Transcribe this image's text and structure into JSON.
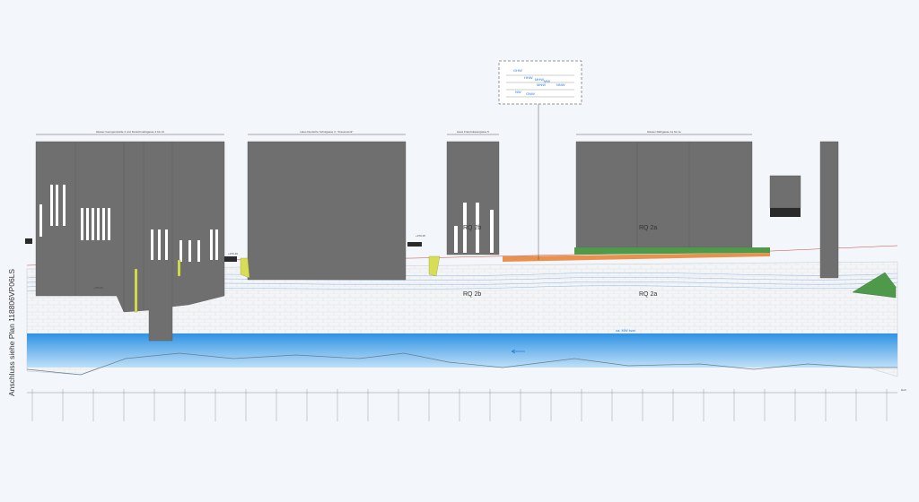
{
  "drawing": {
    "side_label": "Anschluss siehe Plan 118806VP06LS",
    "building_labels": [
      "Häuser Georgenstraße 4 und Fleischmarktgasse 2 bis 12",
      "Haus Deutsche Schulgasse 2, \"Frauenwerk\"",
      "Haus Franziskanergasse 5",
      "Häuser Rathgasse 1a bis 1e"
    ],
    "elevation_labels": [
      "+370.15",
      "+370.40",
      "+370.61"
    ],
    "section_labels": [
      "RQ 2b",
      "RQ 2b",
      "RQ 2a",
      "RQ 2a"
    ],
    "water_label": "ca. MW bzw.",
    "inset_levels": [
      "GHW",
      "HHW",
      "MHW",
      "MW",
      "NW",
      "GNW",
      "MNW",
      "NNW"
    ],
    "corner_label": "Hoh"
  },
  "colors": {
    "building": "#6f6f6f",
    "water": "#3aa0ea",
    "ground": "#f1f2f4",
    "grass": "#4f9a4a",
    "yellow": "#d7dd55",
    "orange": "#e9924f"
  }
}
